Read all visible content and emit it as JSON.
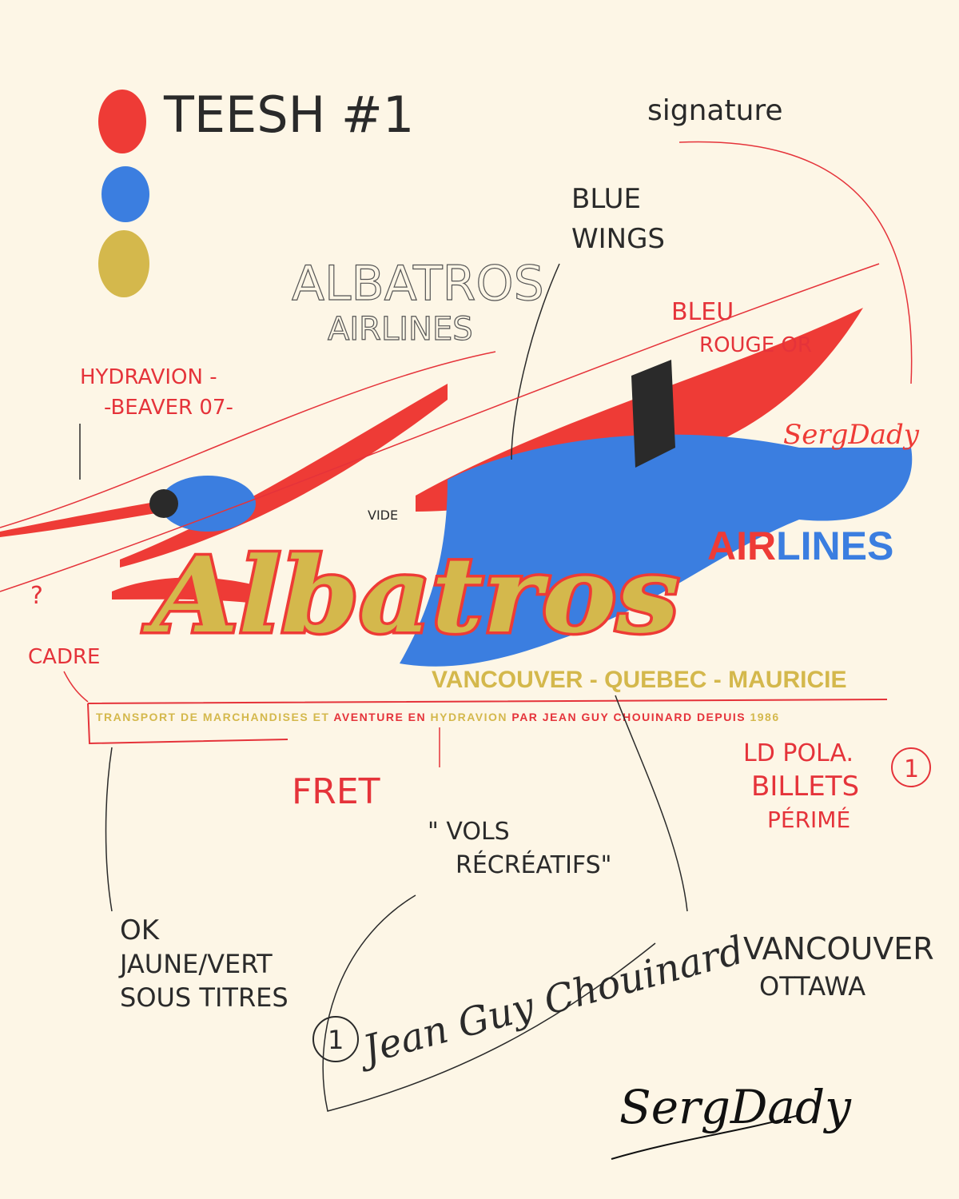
{
  "palette": {
    "red": "#ee3b36",
    "blue": "#3b7ee0",
    "gold": "#d4b84c",
    "paper": "#fdf6e6",
    "pencil": "#2a2a2a"
  },
  "notes": {
    "title": "TEESH #1",
    "signature_note": "signature",
    "blue_wings_1": "BLUE",
    "blue_wings_2": "WINGS",
    "sketch_title_1": "ALBATROS",
    "sketch_title_2": "AIRLINES",
    "colors_1": "BLEU",
    "colors_2": "ROUGE OR",
    "hydravion_1": "HYDRAVION -",
    "hydravion_2": "-BEAVER 07-",
    "question": "?",
    "cadre": "CADRE",
    "vide": "VIDE",
    "fret": "FRET",
    "vols_1": "\" VOLS",
    "vols_2": "RÉCRÉATIFS\"",
    "pola_1": "LD POLA.",
    "pola_2": "BILLETS",
    "pola_3": "PÉRIMÉ",
    "circle_one": "1",
    "ok_1": "OK",
    "ok_2": "JAUNE/VERT",
    "ok_3": "SOUS TITRES",
    "circle_one_b": "1",
    "cities_1": "VANCOUVER",
    "cities_2": "OTTAWA"
  },
  "logo": {
    "brand_tag": "SergDady",
    "name": "Albatros",
    "airlines_air": "AIR",
    "airlines_lines": "LINES",
    "route": "VANCOUVER - QUEBEC - MAURICIE",
    "tagline_a": "TRANSPORT DE MARCHANDISES ET ",
    "tagline_b": "AVENTURE EN ",
    "tagline_c": "HYDRAVION ",
    "tagline_d": "PAR JEAN GUY CHOUINARD DEPUIS ",
    "tagline_year": "1986"
  },
  "signatures": {
    "client": "Jean Guy Chouinard",
    "artist": "SergDady"
  }
}
